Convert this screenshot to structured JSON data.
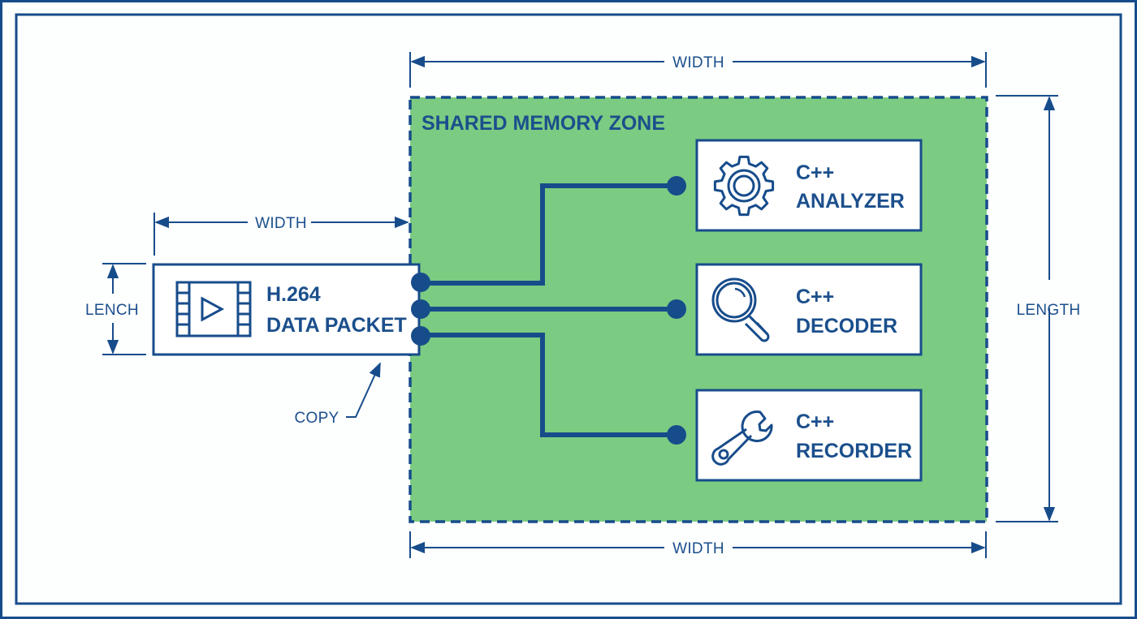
{
  "colors": {
    "ink": "#174c8b",
    "zone_fill": "#7ccb82",
    "background": "#fdfefe",
    "box_fill": "#ffffff"
  },
  "zone": {
    "title": "SHARED MEMORY ZONE"
  },
  "dimensions": {
    "zone_top_width": "WIDTH",
    "zone_bottom_width": "WIDTH",
    "zone_length": "LENGTH",
    "packet_width": "WIDTH",
    "packet_length": "LENCH"
  },
  "packet": {
    "icon": "film-play-icon",
    "line1": "H.264",
    "line2": "DATA PACKET",
    "callout": "COPY"
  },
  "modules": [
    {
      "icon": "gear-icon",
      "line1": "C++",
      "line2": "ANALYZER"
    },
    {
      "icon": "magnifier-icon",
      "line1": "C++",
      "line2": "DECODER"
    },
    {
      "icon": "wrench-icon",
      "line1": "C++",
      "line2": "RECORDER"
    }
  ]
}
